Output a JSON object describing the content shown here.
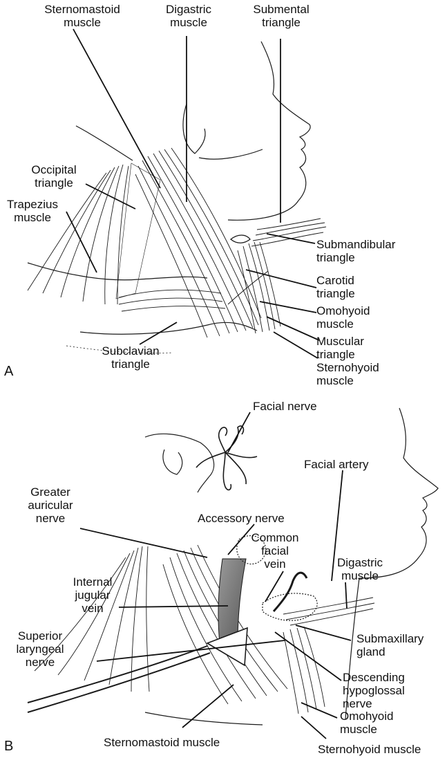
{
  "panel_a": {
    "letter": "A",
    "labels": {
      "sternomastoid": [
        "Sternomastoid",
        "muscle"
      ],
      "digastric": [
        "Digastric",
        "muscle"
      ],
      "submental": [
        "Submental",
        "triangle"
      ],
      "occipital": [
        "Occipital",
        "triangle"
      ],
      "trapezius": [
        "Trapezius",
        "muscle"
      ],
      "submandibular": [
        "Submandibular",
        "triangle"
      ],
      "carotid": [
        "Carotid",
        "triangle"
      ],
      "omohyoid": [
        "Omohyoid",
        "muscle"
      ],
      "muscular": [
        "Muscular",
        "triangle"
      ],
      "sternohyoid": [
        "Sternohyoid",
        "muscle"
      ],
      "subclavian": [
        "Subclavian",
        "triangle"
      ]
    }
  },
  "panel_b": {
    "letter": "B",
    "labels": {
      "facial_nerve": [
        "Facial nerve"
      ],
      "facial_artery": [
        "Facial artery"
      ],
      "greater_auricular": [
        "Greater",
        "auricular",
        "nerve"
      ],
      "accessory": [
        "Accessory nerve"
      ],
      "common_facial": [
        "Common",
        "facial",
        "vein"
      ],
      "digastric": [
        "Digastric",
        "muscle"
      ],
      "internal_jugular": [
        "Internal",
        "jugular",
        "vein"
      ],
      "superior_laryngeal": [
        "Superior",
        "laryngeal",
        "nerve"
      ],
      "submaxillary": [
        "Submaxillary",
        "gland"
      ],
      "descending_hypoglossal": [
        "Descending",
        "hypoglossal",
        "nerve"
      ],
      "omohyoid": [
        "Omohyoid",
        "muscle"
      ],
      "sternomastoid": [
        "Sternomastoid muscle"
      ],
      "sternohyoid": [
        "Sternohyoid muscle"
      ]
    }
  }
}
